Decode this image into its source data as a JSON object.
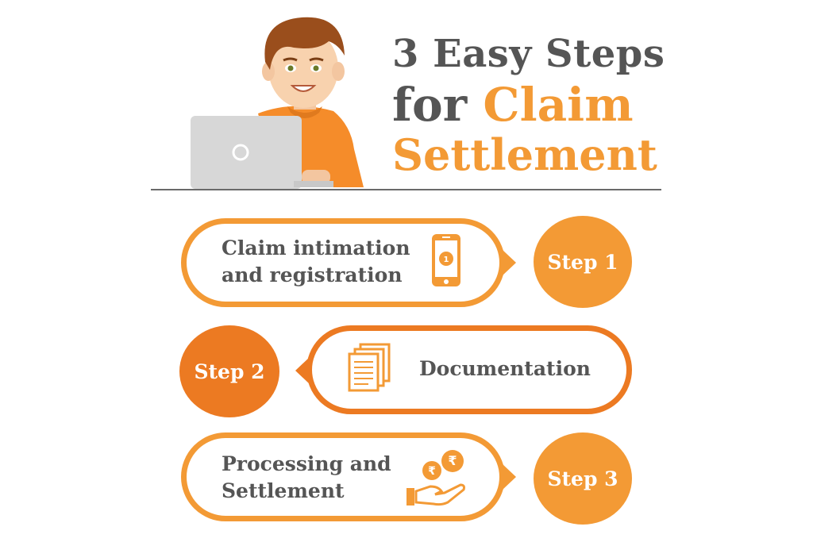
{
  "title": {
    "line1": "3 Easy Steps",
    "line2_prefix": "for",
    "line2_emphasis": "Claim",
    "line3": "Settlement"
  },
  "steps": [
    {
      "label": "Step 1",
      "text_line1": "Claim intimation",
      "text_line2": "and registration",
      "icon": "phone-icon"
    },
    {
      "label": "Step 2",
      "text_line1": "Documentation",
      "icon": "documents-icon"
    },
    {
      "label": "Step 3",
      "text_line1": "Processing and",
      "text_line2": "Settlement",
      "icon": "rupee-coins-hand-icon"
    }
  ],
  "colors": {
    "orange": "#f39a35",
    "dark_orange": "#ec7a22",
    "text_gray": "#555555"
  },
  "illustration": "person-with-laptop-illustration"
}
